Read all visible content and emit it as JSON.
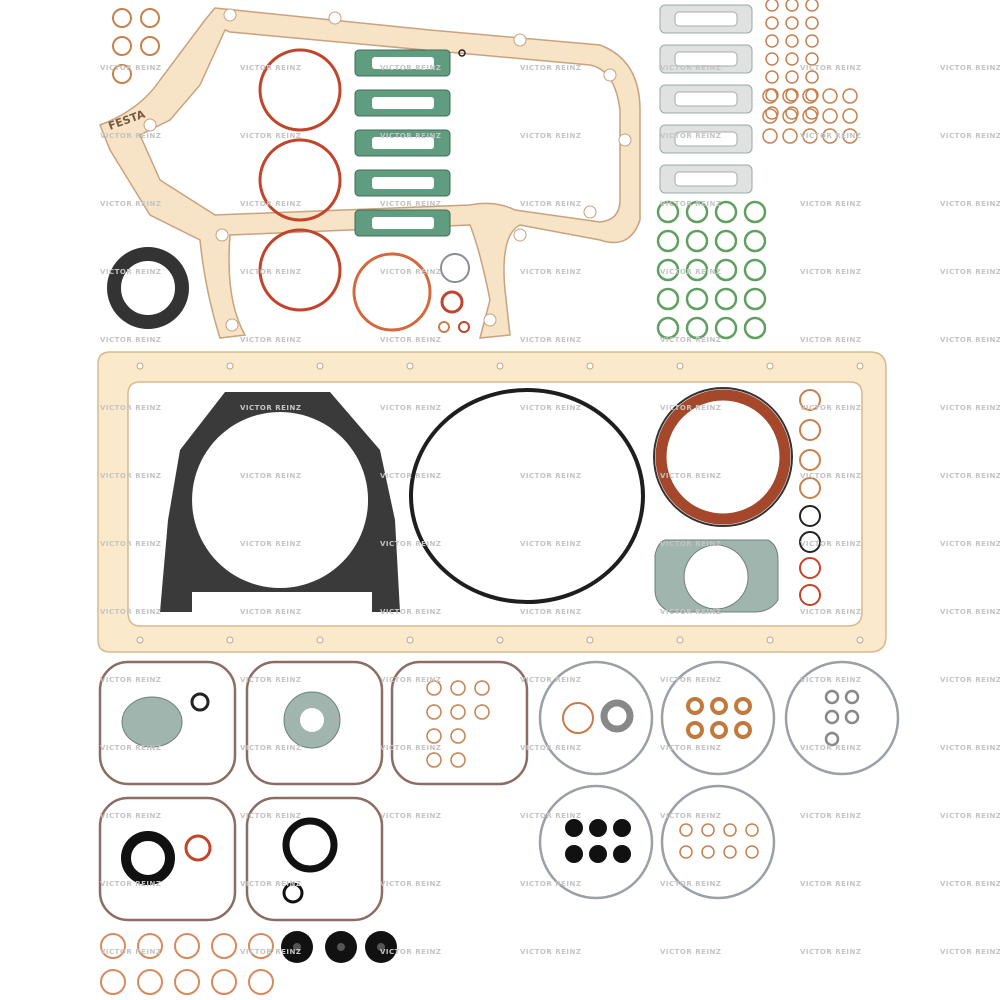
{
  "product": {
    "watermark": "VICTOR REINZ",
    "printed_marks": [
      "FESTA",
      "Victor Reinz"
    ]
  },
  "colors": {
    "background": "#ffffff",
    "paper_gasket": "#f7e3c6",
    "paper_edge": "#c9a27e",
    "copper": "#c8804e",
    "red_oring": "#c2452b",
    "green_gasket": "#5f9c80",
    "green_oring": "#5fa060",
    "gray_gasket": "#dfe2e1",
    "dark_gasket": "#3a3a3a",
    "black_oring": "#1e1e1e",
    "brown_seal": "#a4472a",
    "bag_outline": "#8d6d63",
    "bag_gray": "#9aa0a6"
  }
}
